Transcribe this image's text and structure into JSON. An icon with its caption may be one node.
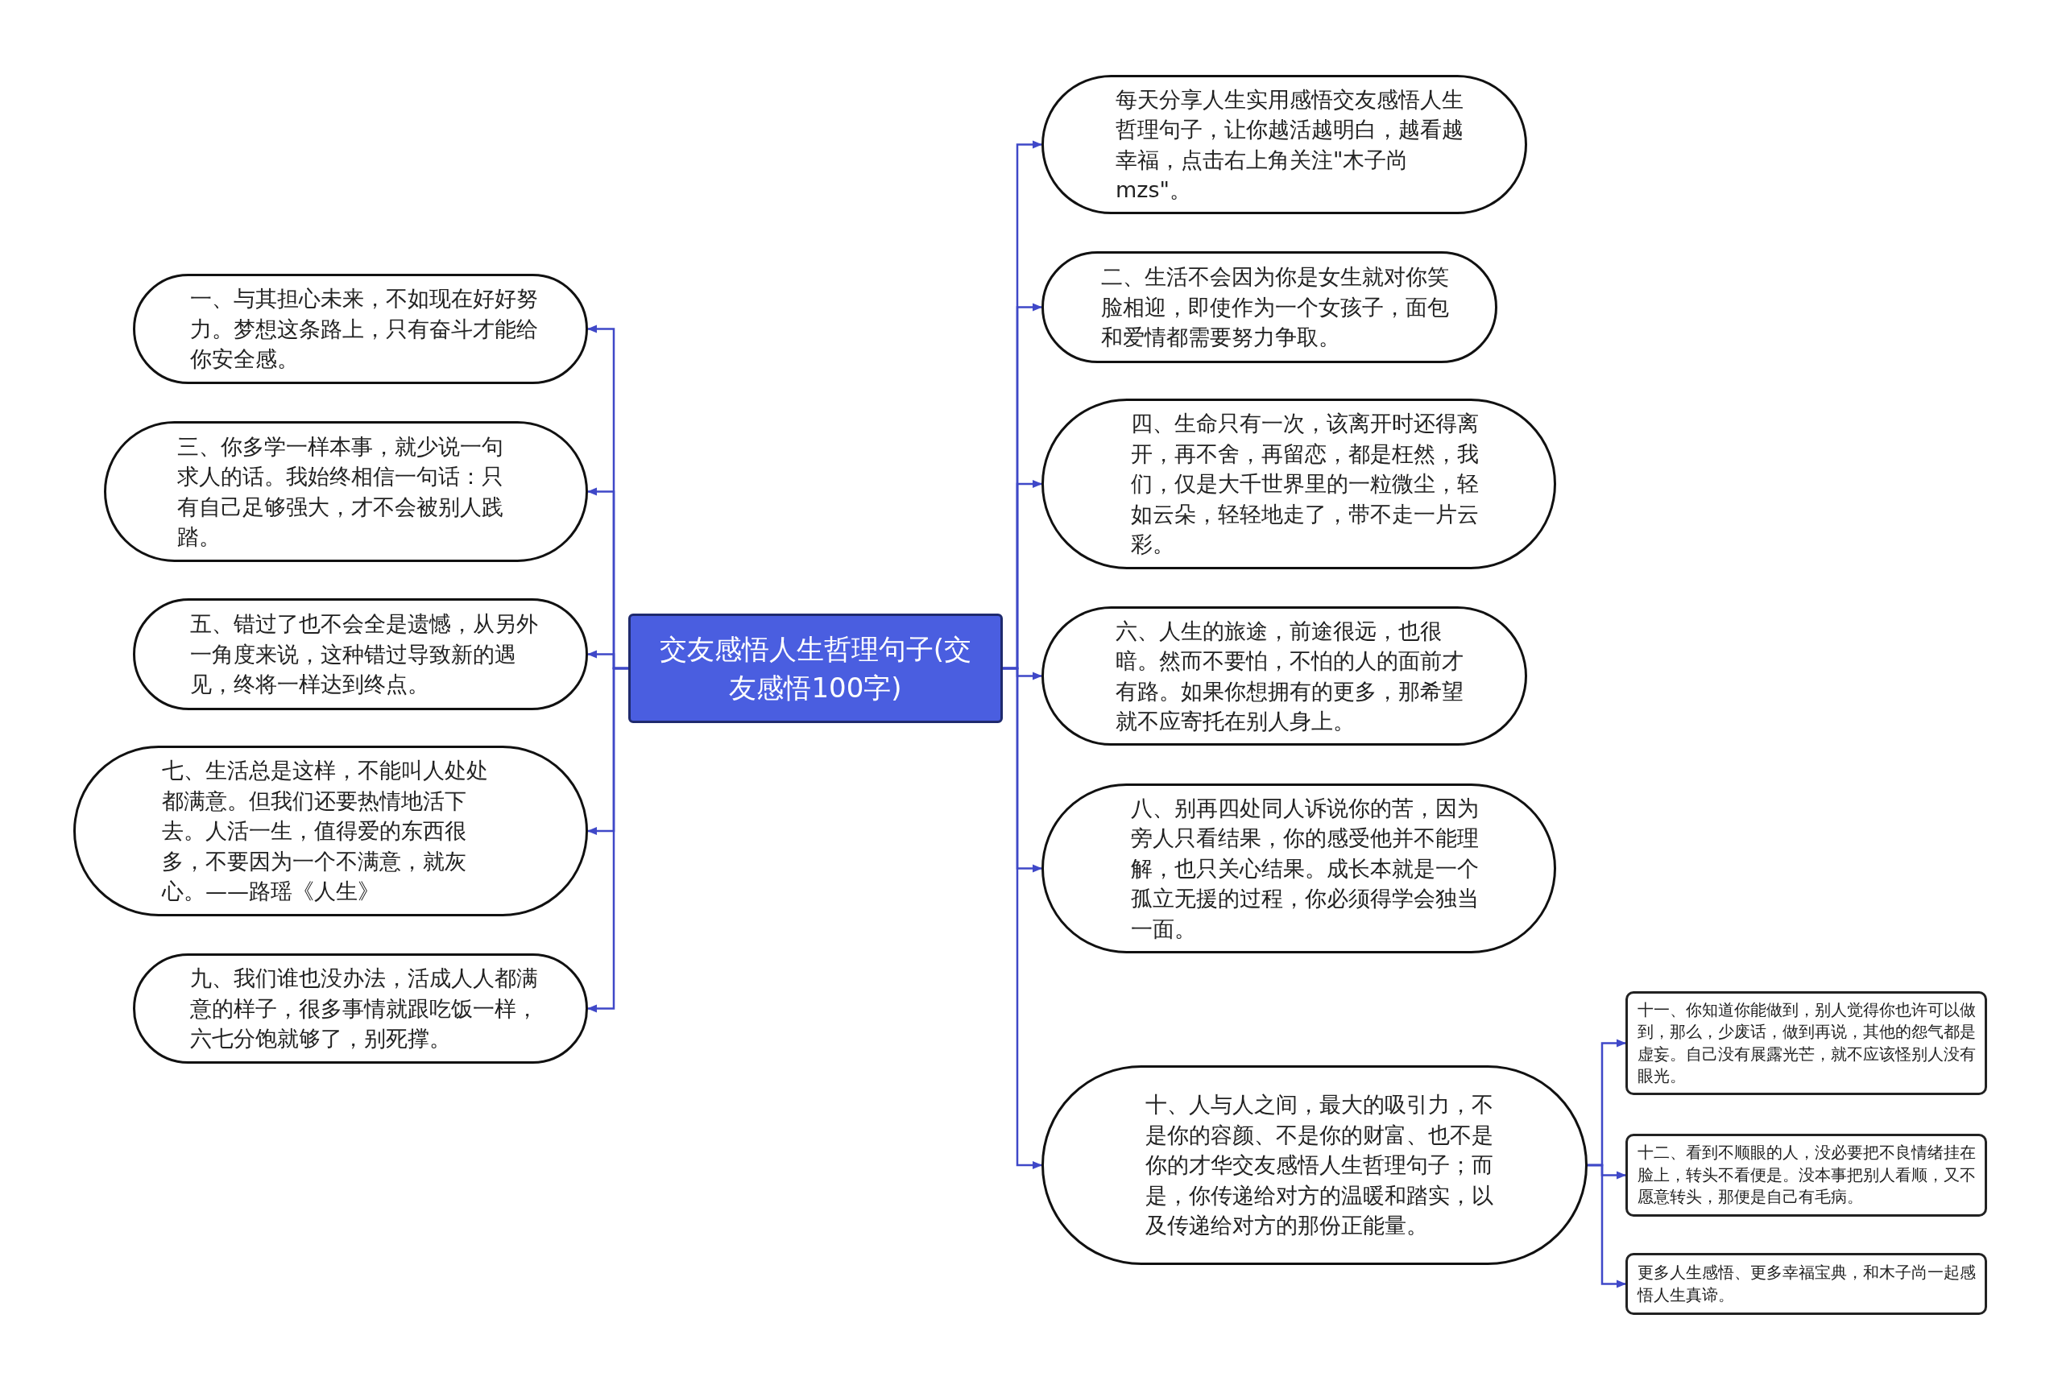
{
  "diagram": {
    "nodes": [
      {
        "text": [
          "交友感悟人生哲理句子(交友感悟100字)"
        ]
      },
      {
        "text": [
          "一、与其担心未来，不如现在好好努力。梦想这条路上，只有奋斗才能给你安全感。"
        ]
      },
      {
        "text": [
          "三、你多学一样本事，就少说一句求人的话。我始终相信一句话：只有自己足够强大，才不会被别人践踏。"
        ]
      },
      {
        "text": [
          "五、错过了也不会全是遗憾，从另外一角度来说，这种错过导致新的遇见，终将一样达到终点。"
        ]
      },
      {
        "text": [
          "七、生活总是这样，不能叫人处处都满意。但我们还要热情地活下去。人活一生，值得爱的东西很多，不要因为一个不满意，就灰心。——路瑶《人生》"
        ]
      },
      {
        "text": [
          "九、我们谁也没办法，活成人人都满意的样子，很多事情就跟吃饭一样，六七分饱就够了，别死撑。"
        ]
      },
      {
        "text": [
          "每天分享人生实用感悟交友感悟人生哲理句子，让你越活越明白，越看越幸福，点击右上角关注\"木子尚mzs\"。"
        ]
      },
      {
        "text": [
          "二、生活不会因为你是女生就对你笑脸相迎，即使作为一个女孩子，面包和爱情都需要努力争取。"
        ]
      },
      {
        "text": [
          "四、生命只有一次，该离开时还得离开，再不舍，再留恋，都是枉然，我们，仅是大千世界里的一粒微尘，轻如云朵，轻轻地走了，带不走一片云彩。"
        ]
      },
      {
        "text": [
          "六、人生的旅途，前途很远，也很暗。然而不要怕，不怕的人的面前才有路。如果你想拥有的更多，那希望就不应寄托在别人身上。"
        ]
      },
      {
        "text": [
          "八、别再四处同人诉说你的苦，因为旁人只看结果，你的感受他并不能理解，也只关心结果。成长本就是一个孤立无援的过程，你必须得学会独当一面。"
        ]
      },
      {
        "text": [
          "十、人与人之间，最大的吸引力，不是你的容颜、不是你的财富、也不是你的才华交友感悟人生哲理句子；而是，你传递给对方的温暖和踏实，以及传递给对方的那份正能量。"
        ]
      },
      {
        "text": [
          "十一、你知道你能做到，别人觉得你也许可以做到，那么，少废话，做到再说，其他的怨气都是虚妄。自己没有展露光芒，就不应该怪别人没有眼光。"
        ]
      },
      {
        "text": [
          "十二、看到不顺眼的人，没必要把不良情绪挂在脸上，转头不看便是。没本事把别人看顺，又不愿意转头，那便是自己有毛病。"
        ]
      },
      {
        "text": [
          "更多人生感悟、更多幸福宝典，和木子尚一起感悟人生真谛。"
        ]
      }
    ],
    "edges": [
      {
        "from": 0,
        "to": 1,
        "arrow": "to"
      },
      {
        "from": 0,
        "to": 2,
        "arrow": "to"
      },
      {
        "from": 0,
        "to": 3,
        "arrow": "to"
      },
      {
        "from": 0,
        "to": 4,
        "arrow": "to"
      },
      {
        "from": 0,
        "to": 5,
        "arrow": "to"
      },
      {
        "from": 0,
        "to": 6,
        "arrow": "to"
      },
      {
        "from": 0,
        "to": 7,
        "arrow": "to"
      },
      {
        "from": 0,
        "to": 8,
        "arrow": "to"
      },
      {
        "from": 0,
        "to": 9,
        "arrow": "to"
      },
      {
        "from": 0,
        "to": 10,
        "arrow": "to"
      },
      {
        "from": 0,
        "to": 11,
        "arrow": "to"
      },
      {
        "from": 11,
        "to": 12,
        "arrow": "to"
      },
      {
        "from": 11,
        "to": 13,
        "arrow": "to"
      },
      {
        "from": 11,
        "to": 14,
        "arrow": "to"
      }
    ]
  }
}
